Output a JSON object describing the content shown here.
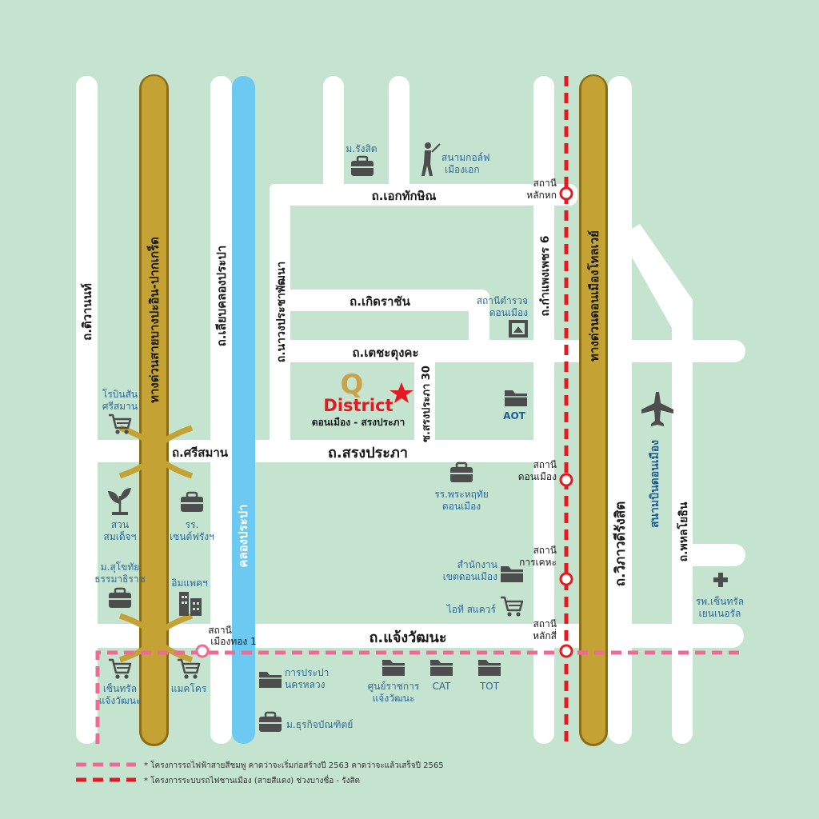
{
  "colors": {
    "background": "#c5e4cf",
    "road": "#ffffff",
    "expressway": "#c4a233",
    "expressway_edge": "#8a6d12",
    "canal": "#6cc9f2",
    "red_line": "#e21b23",
    "pink_line": "#ee6b95",
    "poi_text": "#2c6a9e",
    "icon": "#4d4d4d",
    "star": "#e21b23"
  },
  "roads": {
    "ekthakhin": "ถ.เอกทักษิณ",
    "koetrachan": "ถ.เกิดราชัน",
    "techatungkha": "ถ.เตชะตุงคะ",
    "songprapha": "ถ.สรงประภา",
    "sirisaman": "ถ.ศรีสมาน",
    "chaengwattana": "ถ.แจ้งวัฒนะ",
    "tiwanon": "ถ.ติวานนท์",
    "liap_khlong_prapa": "ถ.เลียบคลองประปา",
    "nawong_prachaphatthana": "ถ.นาวงประชาพัฒนา",
    "soi_songprapha_30": "ซ.สรงประภา 30",
    "kamphaeng_phet_6": "ถ.กำแพงเพชร 6",
    "vibhavadi_rangsit": "ถ.วิภาวดีรังสิต",
    "phahonyothin": "ถ.พหลโยธิน",
    "expressway_west": "ทางด่วนสายบางปะอิน-ปากเกร็ด",
    "expressway_east": "ทางด่วนดอนเมืองโทลเวย์",
    "canal": "คลองประปา"
  },
  "stations": {
    "lak_hok": [
      "สถานี",
      "หลักหก"
    ],
    "don_mueang": [
      "สถานี",
      "ดอนเมือง"
    ],
    "kan_kheha": [
      "สถานี",
      "การเคหะ"
    ],
    "lak_si": [
      "สถานี",
      "หลักสี่"
    ],
    "mueang_thong": [
      "สถานี",
      "เมืองทอง 1"
    ]
  },
  "pois": {
    "rangsit_uni": [
      "ม.รังสิต"
    ],
    "golf": [
      "สนามกอล์ฟ",
      "เมืองเอก"
    ],
    "police": [
      "สถานีตำรวจ",
      "ดอนเมือง"
    ],
    "aot": [
      "AOT"
    ],
    "robinson": [
      "โรบินสัน",
      "ศรีสมาน"
    ],
    "park": [
      "สวน",
      "สมเด็จฯ"
    ],
    "st_francis": [
      "รร.",
      "เซนต์ฟรังฯ"
    ],
    "stou": [
      "ม.สุโขทัย",
      "ธรรมาธิราช"
    ],
    "impact": [
      "อิมแพคฯ"
    ],
    "phrahruethai": [
      "รร.พระหฤทัย",
      "ดอนเมือง"
    ],
    "district_office": [
      "สำนักงาน",
      "เขตดอนเมือง"
    ],
    "it_square": [
      "ไอที สแควร์"
    ],
    "central_chaeng": [
      "เซ็นทรัล",
      "แจ้งวัฒนะ"
    ],
    "makro": [
      "แมคโคร"
    ],
    "mwa": [
      "การประปา",
      "นครหลวง"
    ],
    "govt_complex": [
      "ศูนย์ราชการ",
      "แจ้งวัฒนะ"
    ],
    "cat": [
      "CAT"
    ],
    "tot": [
      "TOT"
    ],
    "dpu": [
      "ม.ธุรกิจบัณฑิตย์"
    ],
    "airport": [
      "สนามบินดอนเมือง"
    ],
    "hospital": [
      "รพ.เซ็นทรัล",
      "เยนเนอรัล"
    ]
  },
  "project": {
    "logo_letter": "Q",
    "name": "District",
    "subtitle": "ดอนเมือง - สรงประภา"
  },
  "legend": [
    "* โครงการรถไฟฟ้าสายสีชมพู คาดว่าจะเริ่มก่อสร้างปี 2563 คาดว่าจะแล้วเสร็จปี 2565",
    "* โครงการระบบรถไฟชานเมือง (สายสีแดง) ช่วงบางซื่อ - รังสิต"
  ]
}
